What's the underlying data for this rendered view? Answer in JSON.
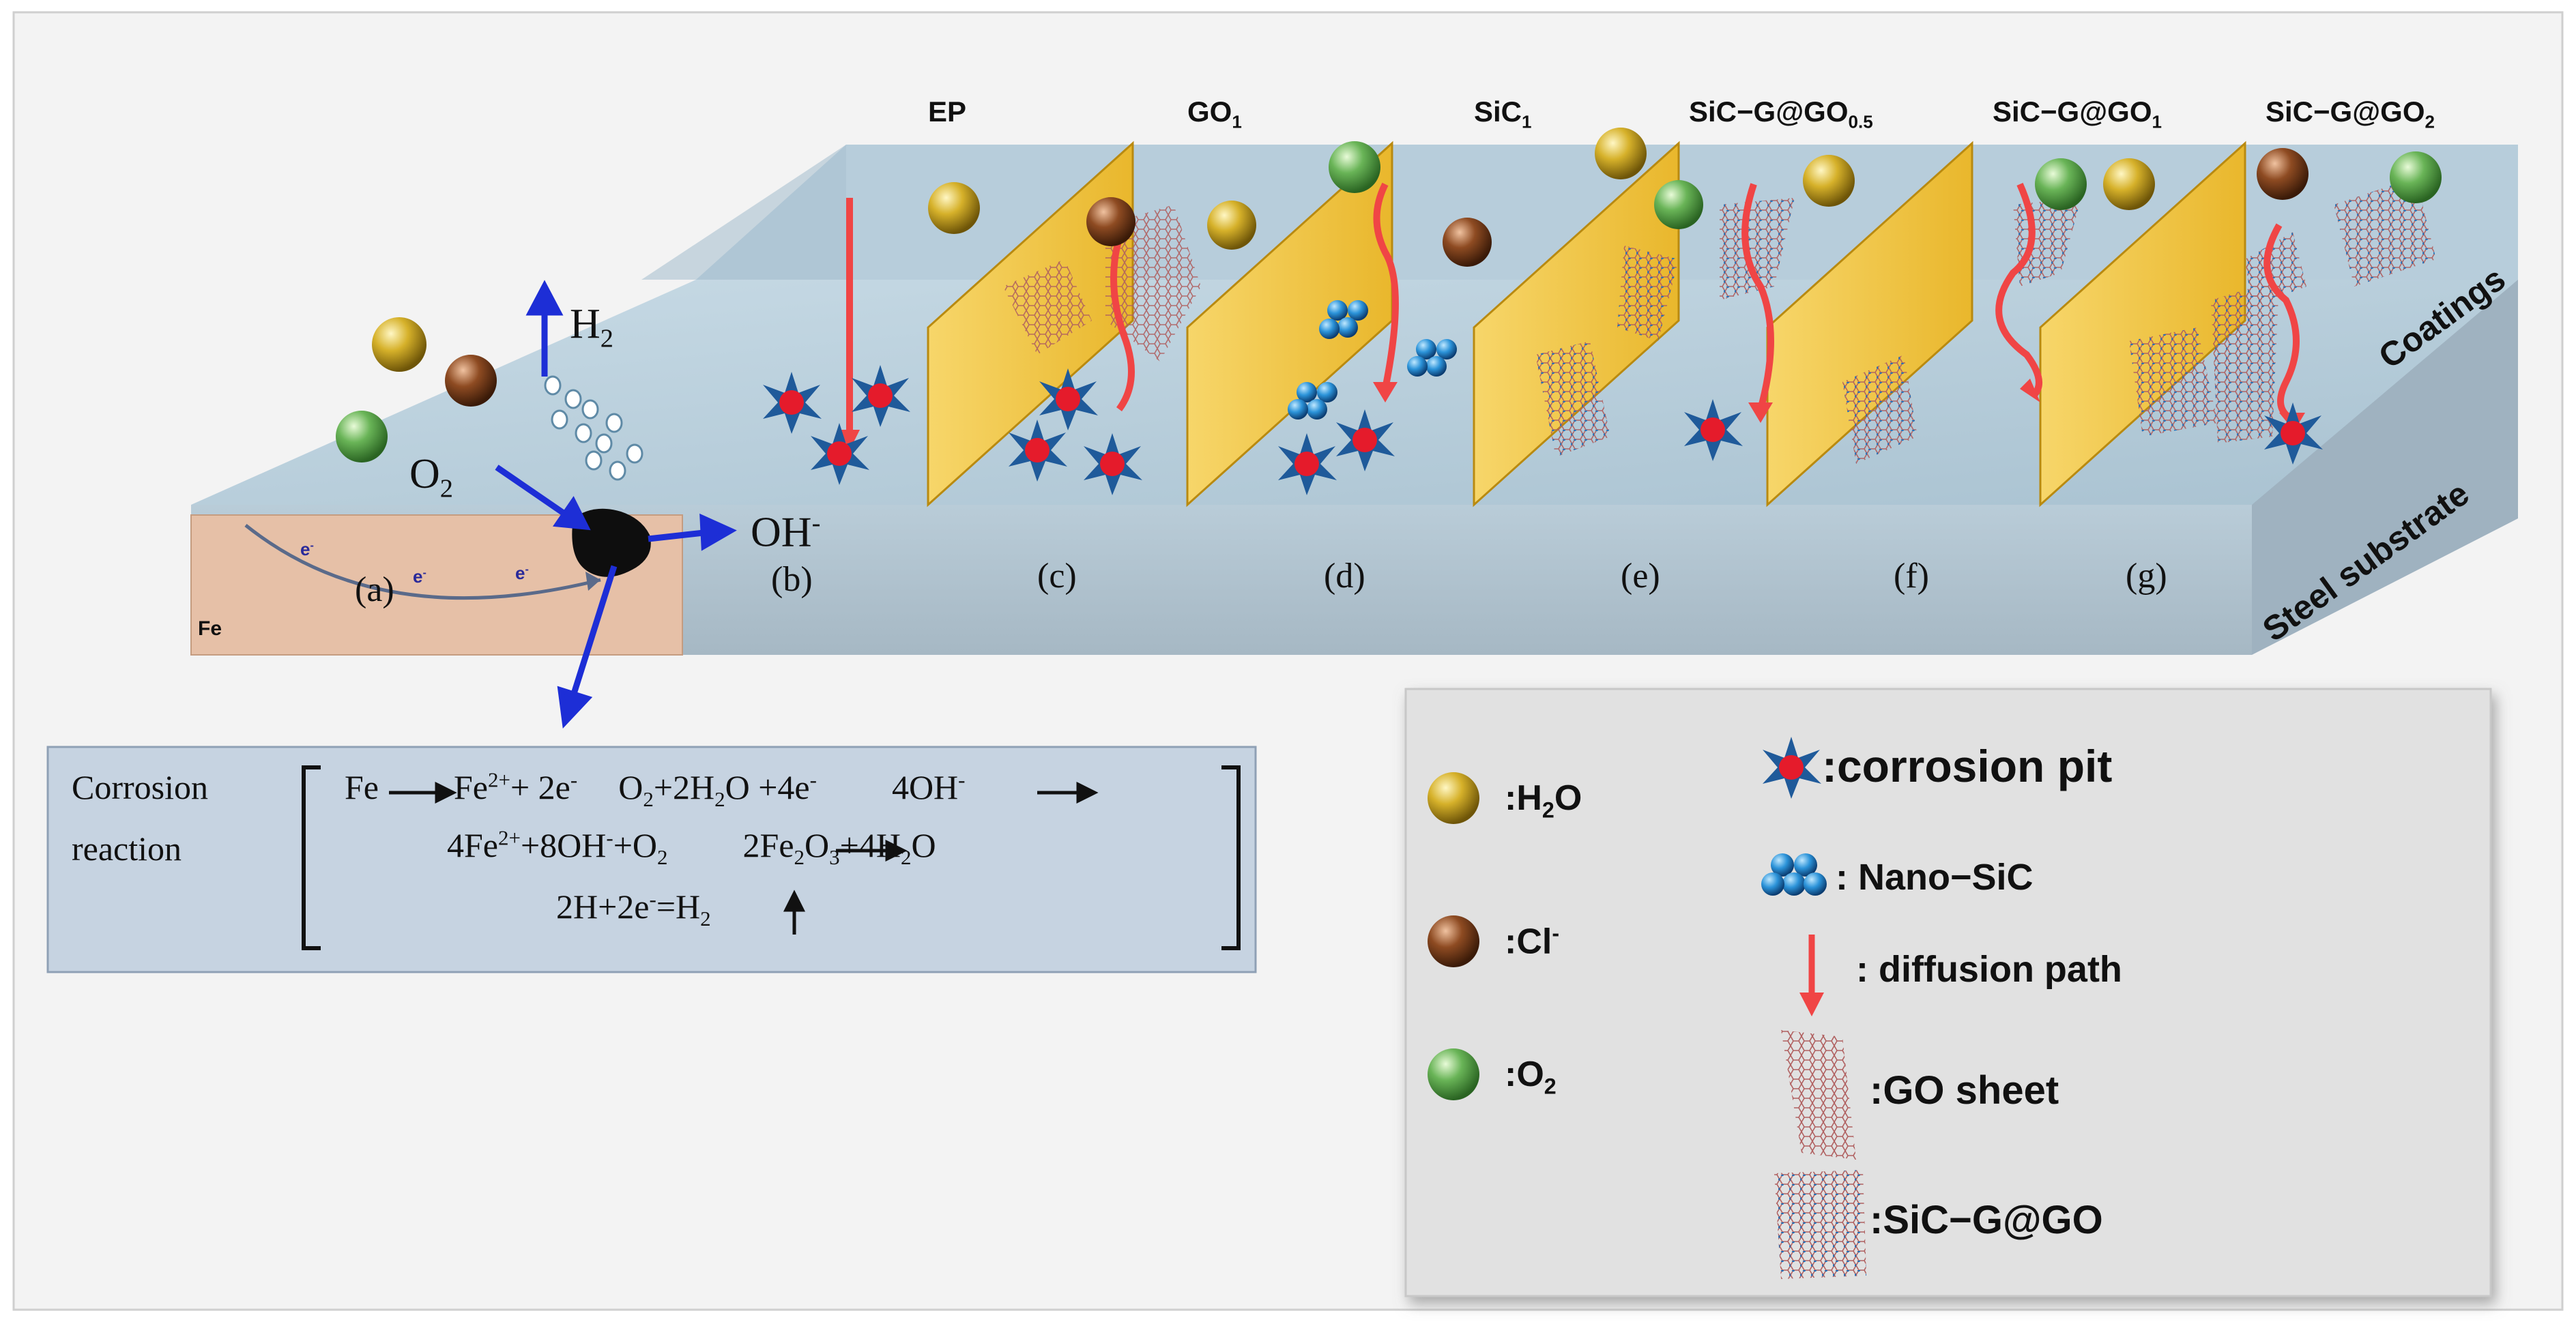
{
  "panels": [
    {
      "top": "EP",
      "letter": "(c)"
    },
    {
      "top": "GO",
      "top_sub": "1",
      "letter": "(d)"
    },
    {
      "top": "SiC",
      "top_sub": "1",
      "letter": "(e)"
    },
    {
      "top": "SiC−G@GO",
      "top_sub": "0.5",
      "letter": "(f)"
    },
    {
      "top": "SiC−G@GO",
      "top_sub": "1",
      "letter": "(g)"
    },
    {
      "top": "SiC−G@GO",
      "top_sub": "2",
      "letter": ""
    }
  ],
  "labels": {
    "a": "(a)",
    "b": "(b)",
    "h2": "H",
    "h2_sub": "2",
    "o2": "O",
    "o2_sub": "2",
    "oh": "OH",
    "oh_sup": "-",
    "fe": "Fe",
    "electron": "e",
    "electron_sup": "-",
    "coatings": "Coatings",
    "steel": "Steel substrate"
  },
  "reaction": {
    "title_line1": "Corrosion",
    "title_line2": "reaction",
    "eq1a": "Fe",
    "eq1b": "Fe",
    "eq1b_sup": "2+",
    "eq1c": "+ 2e",
    "eq1c_sup": "-",
    "eq1d": "O",
    "eq1d_sub": "2",
    "eq1e": "+2H",
    "eq1e_sub": "2",
    "eq1f": "O +4e",
    "eq1f_sup": "-",
    "eq1g": "4OH",
    "eq1g_sup": "-",
    "eq2a": "4Fe",
    "eq2a_sup": "2+",
    "eq2b": "+8OH",
    "eq2b_sup": "-",
    "eq2c": "+O",
    "eq2c_sub": "2",
    "eq2d": "2Fe",
    "eq2d_sub1": "2",
    "eq2e": "O",
    "eq2e_sub": "3",
    "eq2f": "+4H",
    "eq2f_sub": "2",
    "eq2g": "O",
    "eq3a": "2H+2e",
    "eq3a_sup": "-",
    "eq3b": "=H",
    "eq3b_sub": "2"
  },
  "legend": {
    "h2o": ":H",
    "h2o_sub": "2",
    "h2o_end": "O",
    "cl": ":Cl",
    "cl_sup": "-",
    "o2": ":O",
    "o2_sub": "2",
    "pit": ":corrosion pit",
    "sic": ": Nano−SiC",
    "path": ": diffusion path",
    "go": ":GO sheet",
    "sicg": ":SiC−G@GO"
  },
  "colors": {
    "coating_top": "#b9cfdc",
    "coating_front": "#c6d8e2",
    "steel_front": "#a9bac6",
    "fe_block": "#e7c2aa",
    "panel_yellow": "#f2c53f",
    "h2o_ball": "#c9a21c",
    "cl_ball": "#8a4a25",
    "o2_ball": "#5faa4f",
    "sic_cluster": "#2a8fd6",
    "arrow_blue": "#1f2fd8",
    "path_red": "#f04a4a",
    "box_bg": "#c9d5e3",
    "legend_bg": "#e2e2e2"
  }
}
